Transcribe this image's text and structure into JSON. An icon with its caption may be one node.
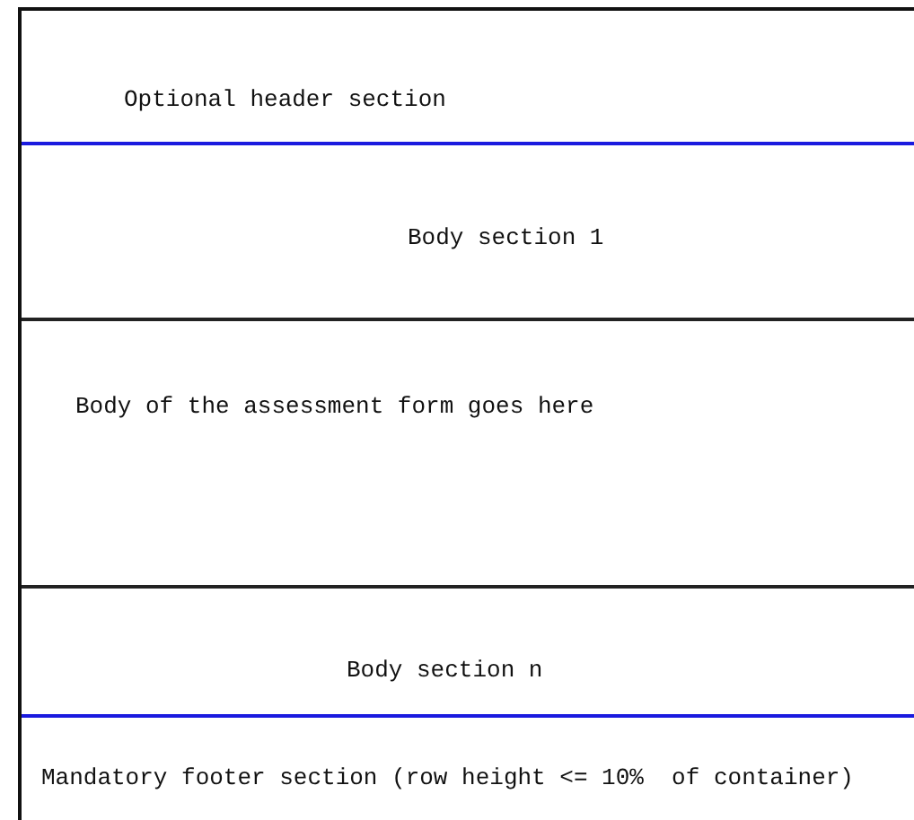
{
  "diagram": {
    "nodes": [
      {
        "text": [],
        "shape": "box"
      },
      {
        "text": [
          "Optional header section"
        ],
        "in": 0
      },
      {
        "text": [
          "Body section 1"
        ],
        "in": 0
      },
      {
        "text": [
          "Body of the assessment form goes here"
        ],
        "in": 0
      },
      {
        "text": [
          "Body section n"
        ],
        "in": 0
      },
      {
        "text": [
          "Mandatory footer section (row height <= 10%  of container)"
        ],
        "in": 0
      }
    ]
  }
}
